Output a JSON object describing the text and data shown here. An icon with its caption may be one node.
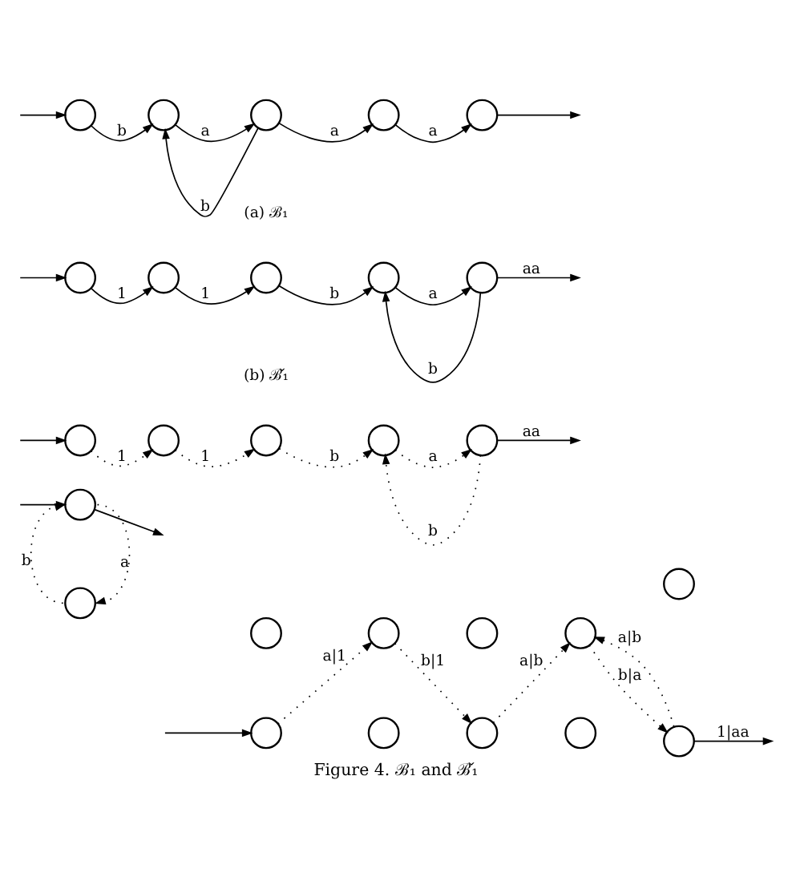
{
  "diagram": {
    "caption": "Figure 4. ℬ₁ and ℬ̌₁",
    "nodes": [
      {
        "text": [],
        "shape": "circle"
      },
      {
        "text": [],
        "shape": "circle"
      },
      {
        "text": [],
        "shape": "circle"
      },
      {
        "text": [],
        "shape": "circle"
      },
      {
        "text": [],
        "shape": "circle"
      },
      {
        "text": [],
        "shape": "circle"
      },
      {
        "text": [],
        "shape": "circle"
      },
      {
        "text": [],
        "shape": "circle"
      },
      {
        "text": [],
        "shape": "circle"
      },
      {
        "text": [],
        "shape": "circle"
      },
      {
        "text": [],
        "shape": "circle"
      },
      {
        "text": [],
        "shape": "circle"
      },
      {
        "text": [],
        "shape": "circle"
      },
      {
        "text": [],
        "shape": "circle"
      },
      {
        "text": [],
        "shape": "circle"
      },
      {
        "text": [],
        "shape": "circle"
      },
      {
        "text": [],
        "shape": "circle"
      },
      {
        "text": [],
        "shape": "circle"
      },
      {
        "text": [],
        "shape": "circle"
      },
      {
        "text": [],
        "shape": "circle"
      },
      {
        "text": [],
        "shape": "circle"
      },
      {
        "text": [],
        "shape": "circle"
      },
      {
        "text": [],
        "shape": "circle"
      },
      {
        "text": [],
        "shape": "circle"
      },
      {
        "text": [],
        "shape": "circle"
      },
      {
        "text": [],
        "shape": "circle"
      },
      {
        "text": [],
        "shape": "circle"
      }
    ],
    "edges": [
      {
        "from": null,
        "to": 0,
        "arrow": "to"
      },
      {
        "from": 0,
        "to": 1,
        "arrow": "to",
        "label": "b"
      },
      {
        "from": 2,
        "to": 1,
        "arrow": "to",
        "label": "b"
      },
      {
        "from": 1,
        "to": 2,
        "arrow": "to",
        "label": "a"
      },
      {
        "from": 2,
        "to": 3,
        "arrow": "to",
        "label": "a"
      },
      {
        "from": 3,
        "to": 4,
        "arrow": "to",
        "label": "a"
      },
      {
        "from": 4,
        "to": null,
        "arrow": "to"
      },
      {
        "from": null,
        "to": 5,
        "arrow": "to"
      },
      {
        "from": 5,
        "to": 6,
        "arrow": "to",
        "label": "1"
      },
      {
        "from": 6,
        "to": 7,
        "arrow": "to",
        "label": "1"
      },
      {
        "from": 7,
        "to": 8,
        "arrow": "to",
        "label": "b"
      },
      {
        "from": 9,
        "to": 8,
        "arrow": "to",
        "label": "b"
      },
      {
        "from": 8,
        "to": 9,
        "arrow": "to",
        "label": "a"
      },
      {
        "from": 9,
        "to": null,
        "arrow": "to",
        "label": "aa"
      },
      {
        "from": null,
        "to": 10,
        "arrow": "to"
      },
      {
        "from": 10,
        "to": 11,
        "arrow": "to",
        "label": "1",
        "style": "dashed"
      },
      {
        "from": 11,
        "to": 12,
        "arrow": "to",
        "label": "1",
        "style": "dashed"
      },
      {
        "from": 12,
        "to": 13,
        "arrow": "to",
        "label": "b",
        "style": "dashed"
      },
      {
        "from": 14,
        "to": 13,
        "arrow": "to",
        "label": "b",
        "style": "dashed"
      },
      {
        "from": 13,
        "to": 14,
        "arrow": "to",
        "label": "a",
        "style": "dashed"
      },
      {
        "from": 14,
        "to": null,
        "arrow": "to",
        "label": "aa"
      },
      {
        "from": 15,
        "to": 16,
        "arrow": "to",
        "label": "b",
        "style": "dashed"
      },
      {
        "from": 16,
        "to": 15,
        "arrow": "to",
        "label": "a",
        "style": "dashed"
      },
      {
        "from": 16,
        "to": null,
        "arrow": "to"
      },
      {
        "from": null,
        "to": 16,
        "arrow": "to"
      },
      {
        "from": null,
        "to": 22,
        "arrow": "to"
      },
      {
        "from": 22,
        "to": 18,
        "arrow": "to",
        "label": "a|1",
        "style": "dashed"
      },
      {
        "from": 18,
        "to": 24,
        "arrow": "to",
        "label": "b|1",
        "style": "dashed"
      },
      {
        "from": 24,
        "to": 20,
        "arrow": "to",
        "label": "a|b",
        "style": "dashed"
      },
      {
        "from": 20,
        "to": 26,
        "arrow": "to",
        "label": "b|a",
        "style": "dashed"
      },
      {
        "from": 26,
        "to": 20,
        "arrow": "to",
        "label": "a|b",
        "style": "dashed"
      },
      {
        "from": 26,
        "to": null,
        "arrow": "to",
        "label": "1|aa"
      }
    ],
    "labels": [
      "(a) ℬ₁",
      "(b) ℬ̌₁"
    ]
  }
}
